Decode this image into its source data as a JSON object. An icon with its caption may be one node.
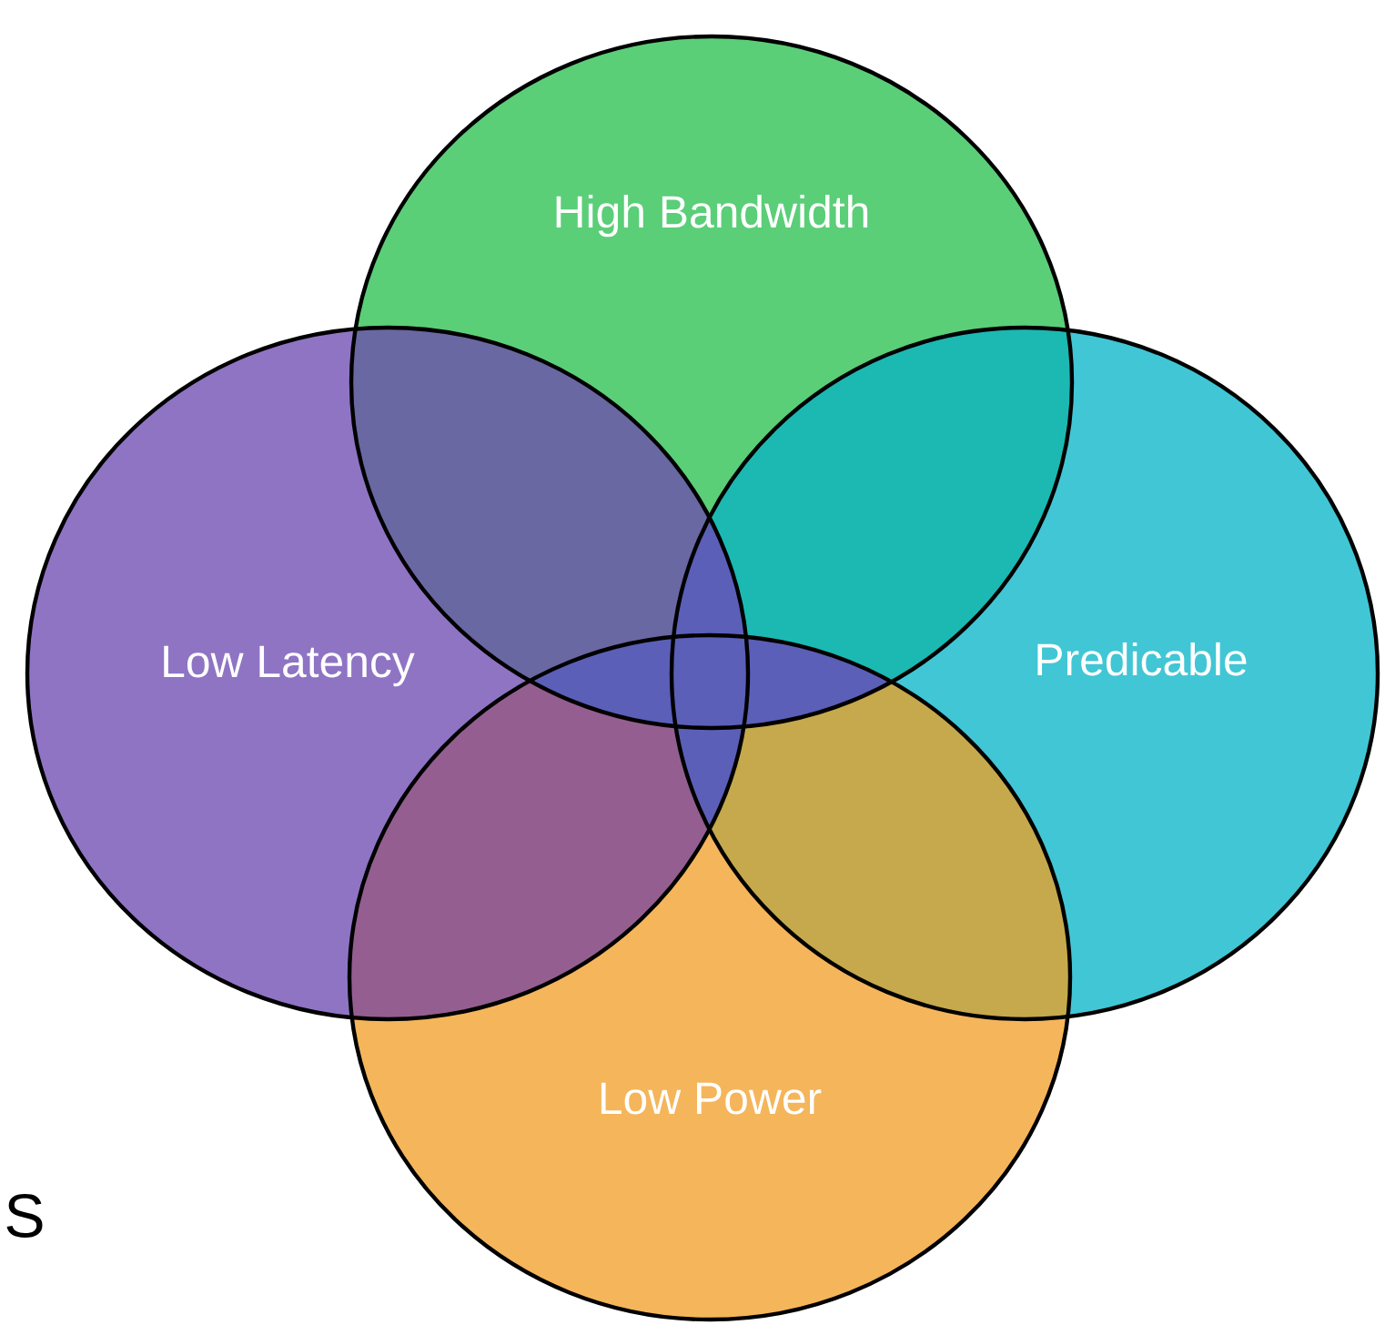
{
  "diagram": {
    "nodes": [
      {
        "text": [
          "High Bandwidth"
        ]
      },
      {
        "text": [
          "Low Latency"
        ]
      },
      {
        "text": [
          "Predicable"
        ]
      },
      {
        "text": [
          "Low Power"
        ]
      }
    ],
    "labels": [
      "S"
    ]
  }
}
